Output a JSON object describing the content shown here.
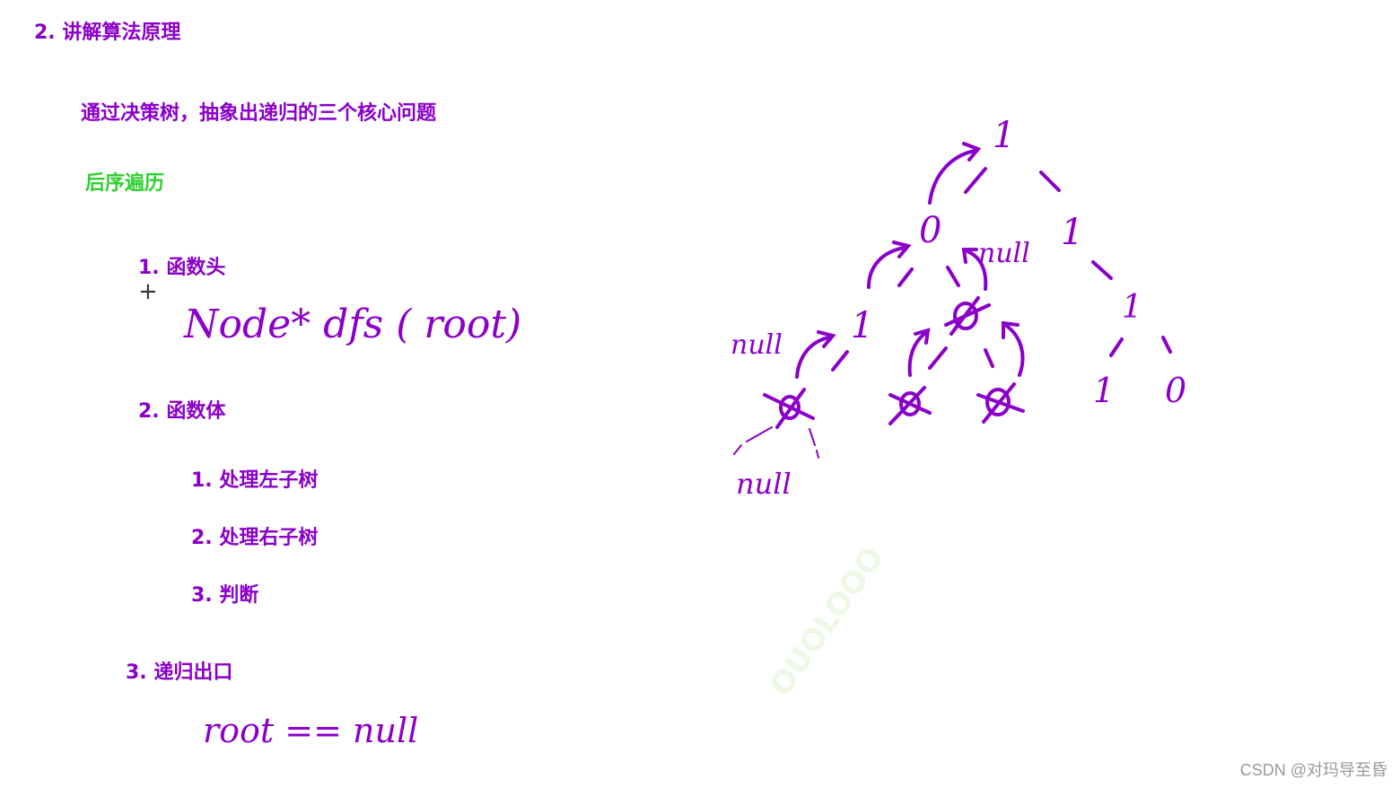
{
  "heading": "2. 讲解算法原理",
  "intro": "通过决策树，抽象出递归的三个核心问题",
  "traversal": "后序遍历",
  "section1": {
    "title": "1. 函数头",
    "code": "Node*   dfs ( root)"
  },
  "section2": {
    "title": "2. 函数体",
    "steps": [
      "1. 处理左子树",
      "2. 处理右子树",
      "3. 判断"
    ]
  },
  "section3": {
    "title": "3. 递归出口",
    "code": "root == null"
  },
  "tree_labels": {
    "root": "1",
    "l": "0",
    "r": "1",
    "ll": "1",
    "lr_null": "null",
    "rl": "1",
    "lll_null": "null",
    "rll": "1",
    "rlr": "0",
    "bottom_null": "null"
  },
  "watermark": "CSDN @对玛导至昏",
  "faint_mark": "OUOLOOO"
}
